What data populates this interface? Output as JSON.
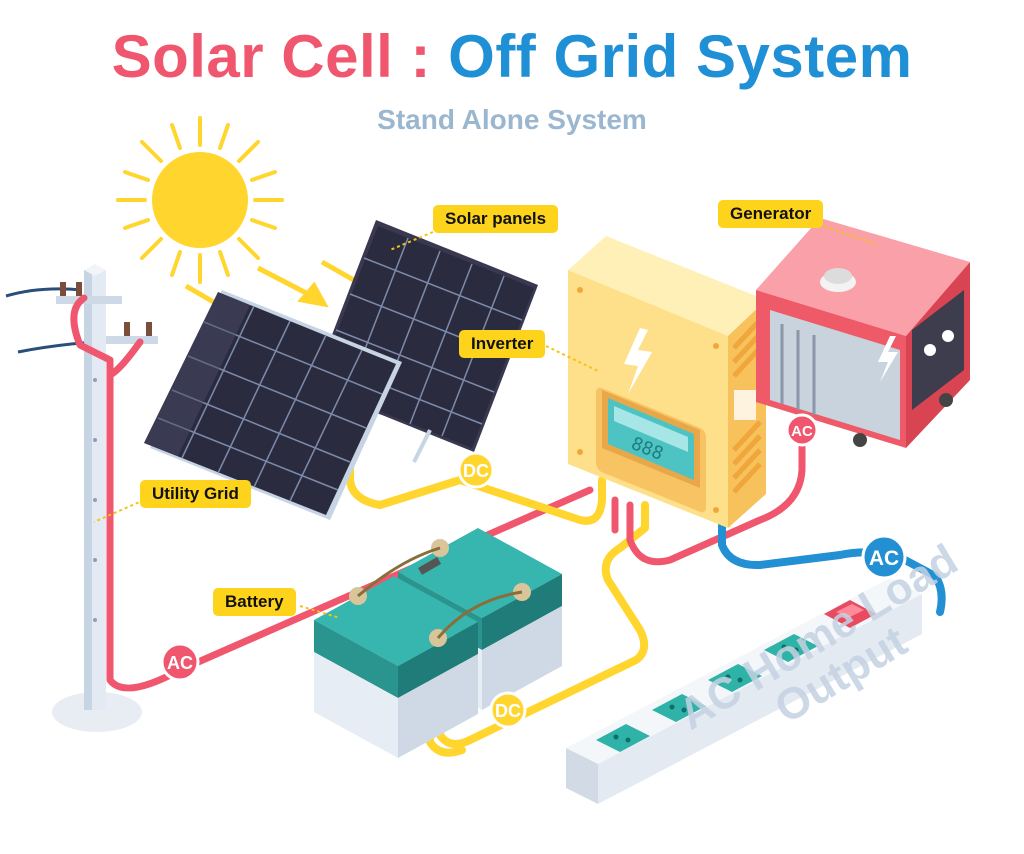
{
  "title": {
    "part1": "Solar Cell :",
    "part2": "Off Grid System"
  },
  "subtitle": "Stand Alone System",
  "labels": {
    "solar_panels": "Solar panels",
    "generator": "Generator",
    "inverter": "Inverter",
    "utility_grid": "Utility Grid",
    "battery": "Battery"
  },
  "badges": {
    "ac": "AC",
    "dc": "DC"
  },
  "output_label": {
    "line1": "AC Home Load",
    "line2": "Output"
  },
  "inverter_display": "888",
  "colors": {
    "title_red": "#f0566d",
    "title_blue": "#1f8fd6",
    "subtitle": "#9bb6cf",
    "callout": "#fdd31c",
    "ac_wire": "#f0566d",
    "dc_wire": "#ffd52e",
    "blue_wire": "#2390d4",
    "output_text": "#c5d2e2"
  },
  "icons": [
    "sun-icon",
    "lightning-icon",
    "switch-icon"
  ]
}
